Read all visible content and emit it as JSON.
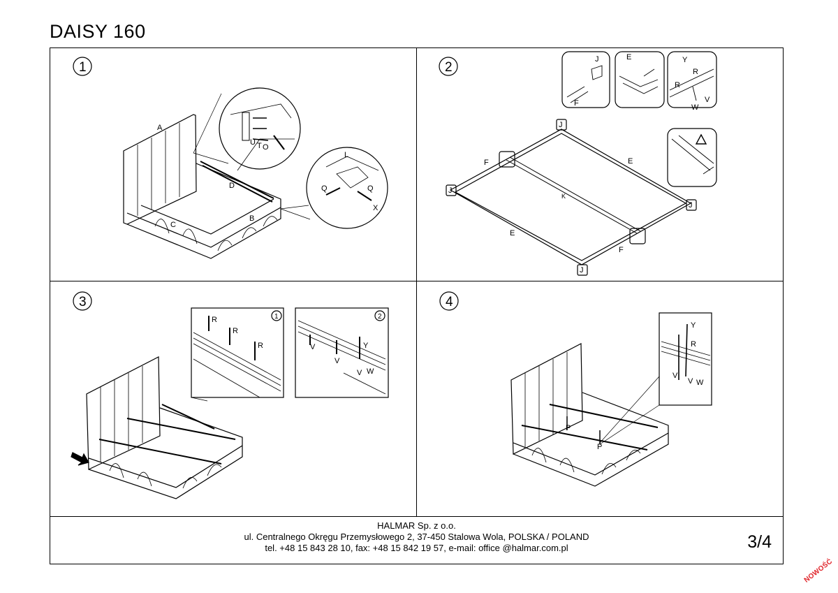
{
  "title": "DAISY 160",
  "steps": {
    "s1": {
      "num": "1",
      "labels": {
        "A": "A",
        "B": "B",
        "C": "C",
        "D": "D",
        "L": "L",
        "Q": "Q",
        "X": "X",
        "U": "U",
        "T": "T",
        "O": "O"
      }
    },
    "s2": {
      "num": "2",
      "labels": {
        "J": "J",
        "F": "F",
        "E": "E",
        "K": "K",
        "R": "R",
        "V": "V",
        "W": "W",
        "Y": "Y"
      }
    },
    "s3": {
      "num": "3",
      "inset1": "1",
      "inset2": "2",
      "labels": {
        "R": "R",
        "V": "V",
        "Y": "Y",
        "W": "W"
      }
    },
    "s4": {
      "num": "4",
      "labels": {
        "Y": "Y",
        "R": "R",
        "V": "V",
        "W": "W",
        "P": "P"
      }
    }
  },
  "footer": {
    "company": "HALMAR Sp. z o.o.",
    "address": "ul. Centralnego Okręgu Przemysłowego 2, 37-450 Stalowa Wola, POLSKA / POLAND",
    "contact": "tel. +48 15 843 28 10, fax: +48 15 842 19 57, e-mail: office @halmar.com.pl"
  },
  "page": "3/4",
  "badge": "NOWOŚĆ",
  "colors": {
    "line": "#000000",
    "badge": "#e0242a"
  }
}
